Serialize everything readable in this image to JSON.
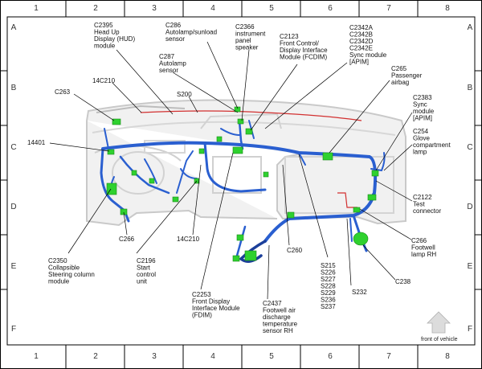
{
  "grid": {
    "columns": [
      "1",
      "2",
      "3",
      "4",
      "5",
      "6",
      "7",
      "8"
    ],
    "rows": [
      "A",
      "B",
      "C",
      "D",
      "E",
      "F"
    ]
  },
  "labels": {
    "c2395": [
      "C2395",
      "Head Up",
      "Display (HUD)",
      "module"
    ],
    "c286": [
      "C286",
      "Autolamp/sunload",
      "sensor"
    ],
    "c2366": [
      "C2366",
      "instrument",
      "panel",
      "speaker"
    ],
    "c2123": [
      "C2123",
      "Front Control/",
      "Display Interface",
      "Module (FCDIM)"
    ],
    "c2342": [
      "C2342A",
      "C2342B",
      "C2342D",
      "C2342E",
      "Sync module",
      "[APIM]"
    ],
    "c287": [
      "C287",
      "Autolamp",
      "sensor"
    ],
    "c14c210_top": [
      "14C210"
    ],
    "c263": [
      "C263"
    ],
    "s200": [
      "S200"
    ],
    "c265": [
      "C265",
      "Passenger",
      "airbag"
    ],
    "c2383": [
      "C2383",
      "Sync",
      "module",
      "[APIM]"
    ],
    "c14401": [
      "14401"
    ],
    "c254": [
      "C254",
      "Glove",
      "compartment",
      "lamp"
    ],
    "c2122": [
      "C2122",
      "Test",
      "connector"
    ],
    "c266": [
      "C266"
    ],
    "c14c210_bot": [
      "14C210"
    ],
    "c260": [
      "C260"
    ],
    "c266_foot": [
      "C266",
      "Footwell",
      "lamp RH"
    ],
    "c2350": [
      "C2350",
      "Collapsible",
      "Steering column",
      "module"
    ],
    "c2196": [
      "C2196",
      "Start",
      "control",
      "unit"
    ],
    "splices": [
      "S215",
      "S226",
      "S227",
      "S228",
      "S229",
      "S236",
      "S237"
    ],
    "s232": [
      "S232"
    ],
    "c238": [
      "C238"
    ],
    "c2253": [
      "C2253",
      "Front Display",
      "Interface Module",
      "(FDIM)"
    ],
    "c2437": [
      "C2437",
      "Footwell air",
      "discharge",
      "temperature",
      "sensor RH"
    ],
    "front": [
      "front of vehicle"
    ]
  },
  "colors": {
    "harness": "#2a5fd0",
    "harness_dark": "#1c3f9a",
    "connector": "#2fd12f",
    "dash": "#cfcfcf",
    "red_wire": "#d23030",
    "arrow": "#c8c8c8"
  }
}
